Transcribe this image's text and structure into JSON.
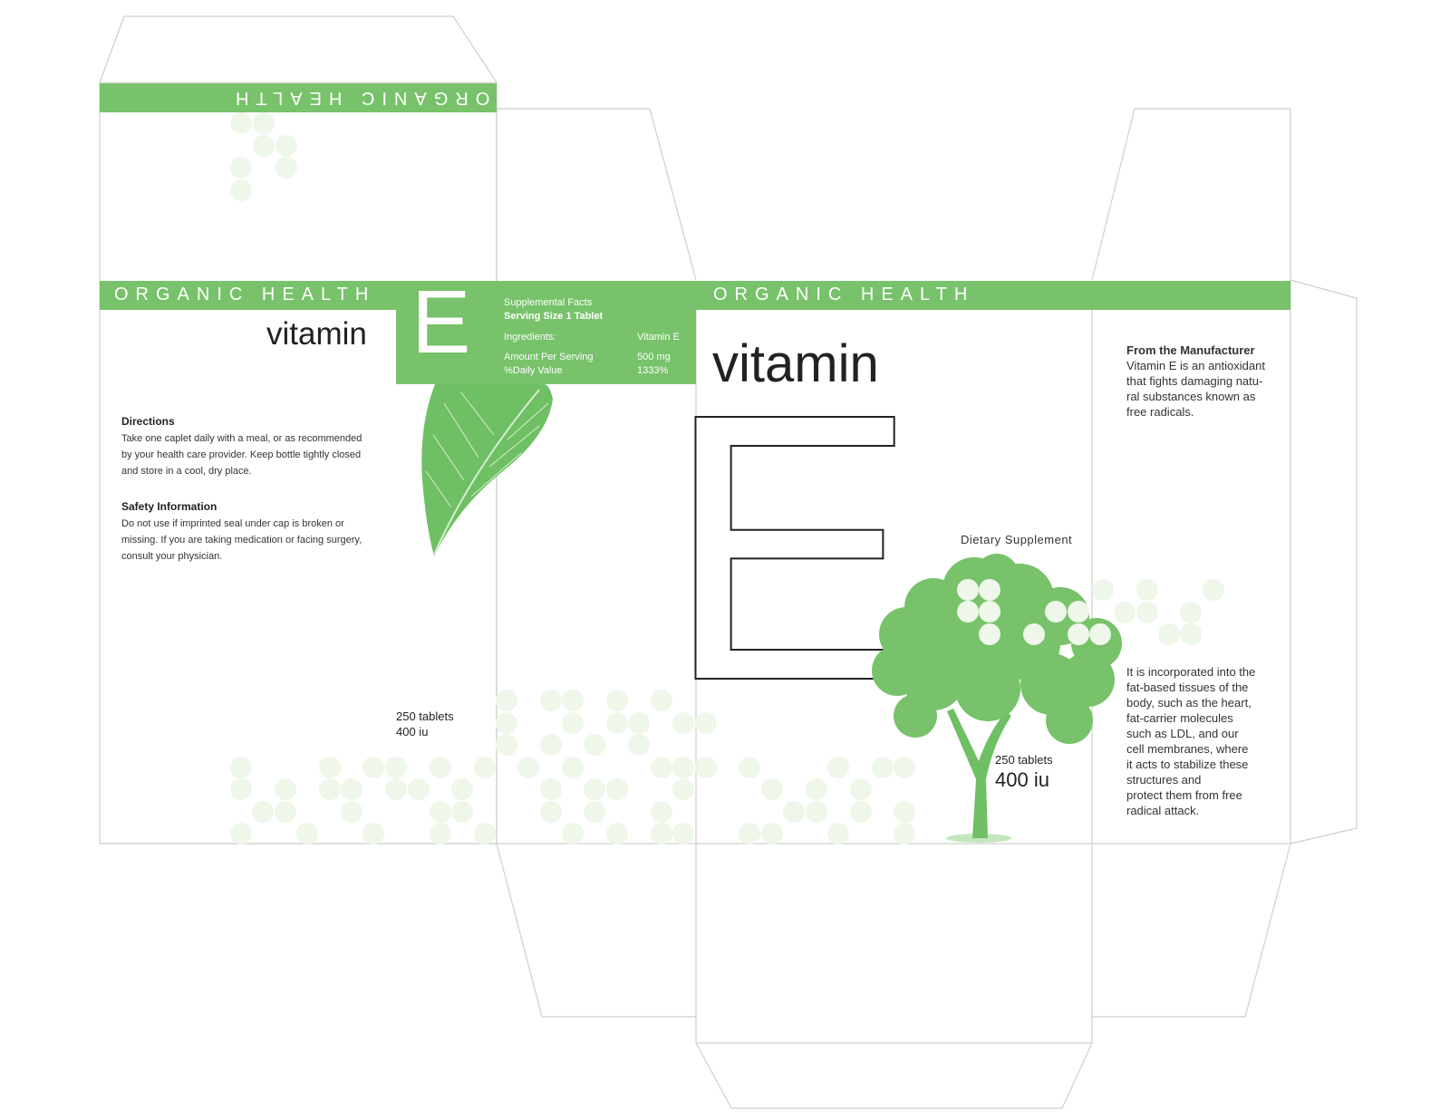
{
  "brand": "ORGANIC HEALTH",
  "product": {
    "word": "vitamin",
    "letter": "E"
  },
  "facts": {
    "title": "Supplemental Facts",
    "serving": "Serving Size 1 Tablet",
    "ingredients_label": "Ingredients:",
    "ingredients_value": "Vitamin E",
    "amount_label": "Amount Per Serving",
    "amount_value": "500 mg",
    "dv_label": "%Daily Value",
    "dv_value": "1333%"
  },
  "directions": {
    "heading": "Directions",
    "lines": [
      "Take one caplet daily with a meal, or as recommended",
      "by your health care provider. Keep bottle tightly closed",
      "and store in a cool, dry place."
    ]
  },
  "safety": {
    "heading": "Safety Information",
    "lines": [
      "Do not use if imprinted seal under cap is broken or",
      "missing. If you are taking medication or facing surgery,",
      "consult your physician."
    ]
  },
  "count": {
    "tablets": "250 tablets",
    "strength": "400 iu"
  },
  "dietary": "Dietary Supplement",
  "manufacturer": {
    "heading": "From the Manufacturer",
    "lines": [
      "Vitamin E is an antioxidant",
      "that fights damaging natu-",
      "ral substances known as",
      "free radicals."
    ]
  },
  "description": {
    "lines": [
      "It is incorporated into the",
      "fat-based tissues of the",
      "body, such as the heart,",
      "fat-carrier molecules",
      "such as LDL, and our",
      "cell membranes, where",
      "it acts to stabilize these",
      "structures and",
      "protect them from free",
      "radical attack."
    ]
  },
  "colors": {
    "accent_green": "#77c26a",
    "dot_green": "#eef7ea",
    "outline": "#cfcfcf"
  },
  "icons": [
    "leaf-illustration",
    "tree-illustration"
  ]
}
